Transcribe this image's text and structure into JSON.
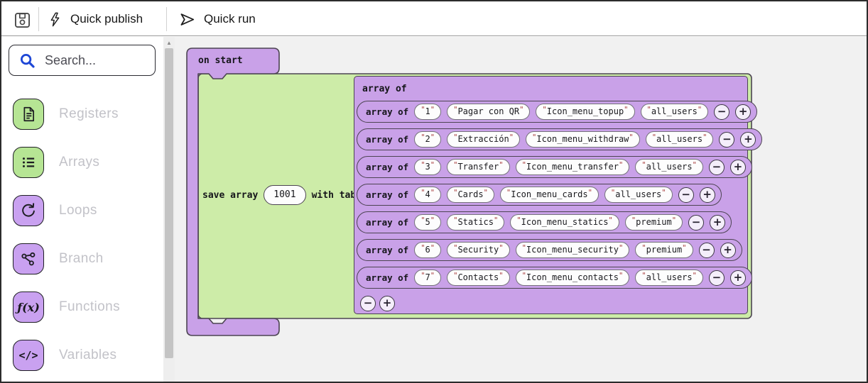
{
  "toolbar": {
    "save_icon": "save-icon",
    "quick_publish": {
      "label": "Quick publish",
      "icon": "lightning-icon"
    },
    "quick_run": {
      "label": "Quick run",
      "icon": "send-icon"
    }
  },
  "sidebar": {
    "search_placeholder": "Search...",
    "search_icon": "search-icon",
    "items": [
      {
        "label": "Registers",
        "icon": "document-icon",
        "tile_color": "#b6e594"
      },
      {
        "label": "Arrays",
        "icon": "list-icon",
        "tile_color": "#b6e594"
      },
      {
        "label": "Loops",
        "icon": "loop-arrow-icon",
        "tile_color": "#c9a1f0"
      },
      {
        "label": "Branch",
        "icon": "branch-icon",
        "tile_color": "#c9a1f0"
      },
      {
        "label": "Functions",
        "icon": "fx-icon",
        "tile_color": "#c9a1f0",
        "glyph": "ƒ(x)"
      },
      {
        "label": "Variables",
        "icon": "code-icon",
        "tile_color": "#c9a1f0",
        "glyph": "</>"
      }
    ]
  },
  "canvas": {
    "on_start_label": "on start",
    "save_array_prefix": "save array",
    "save_array_value": "1001",
    "save_array_suffix": "with table",
    "array_table": {
      "header": "array of",
      "row_label": "array of",
      "remove_glyph": "−",
      "add_glyph": "+",
      "rows": [
        [
          "1",
          "Pagar con QR",
          "Icon_menu_topup",
          "all_users"
        ],
        [
          "2",
          "Extracción",
          "Icon_menu_withdraw",
          "all_users"
        ],
        [
          "3",
          "Transfer",
          "Icon_menu_transfer",
          "all_users"
        ],
        [
          "4",
          "Cards",
          "Icon_menu_cards",
          "all_users"
        ],
        [
          "5",
          "Statics",
          "Icon_menu_statics",
          "premium"
        ],
        [
          "6",
          "Security",
          "Icon_menu_security",
          "premium"
        ],
        [
          "7",
          "Contacts",
          "Icon_menu_contacts",
          "all_users"
        ]
      ]
    }
  },
  "colors": {
    "block_purple": "#c9a1e8",
    "block_green": "#cdeca8",
    "block_outline": "#4c4452",
    "tile_green": "#b6e594",
    "tile_purple": "#c9a1f0",
    "quote_red": "#a83c3c",
    "search_blue": "#1e47d6",
    "canvas_bg": "#f1f1f1",
    "pill_white": "#fdfdfd"
  }
}
